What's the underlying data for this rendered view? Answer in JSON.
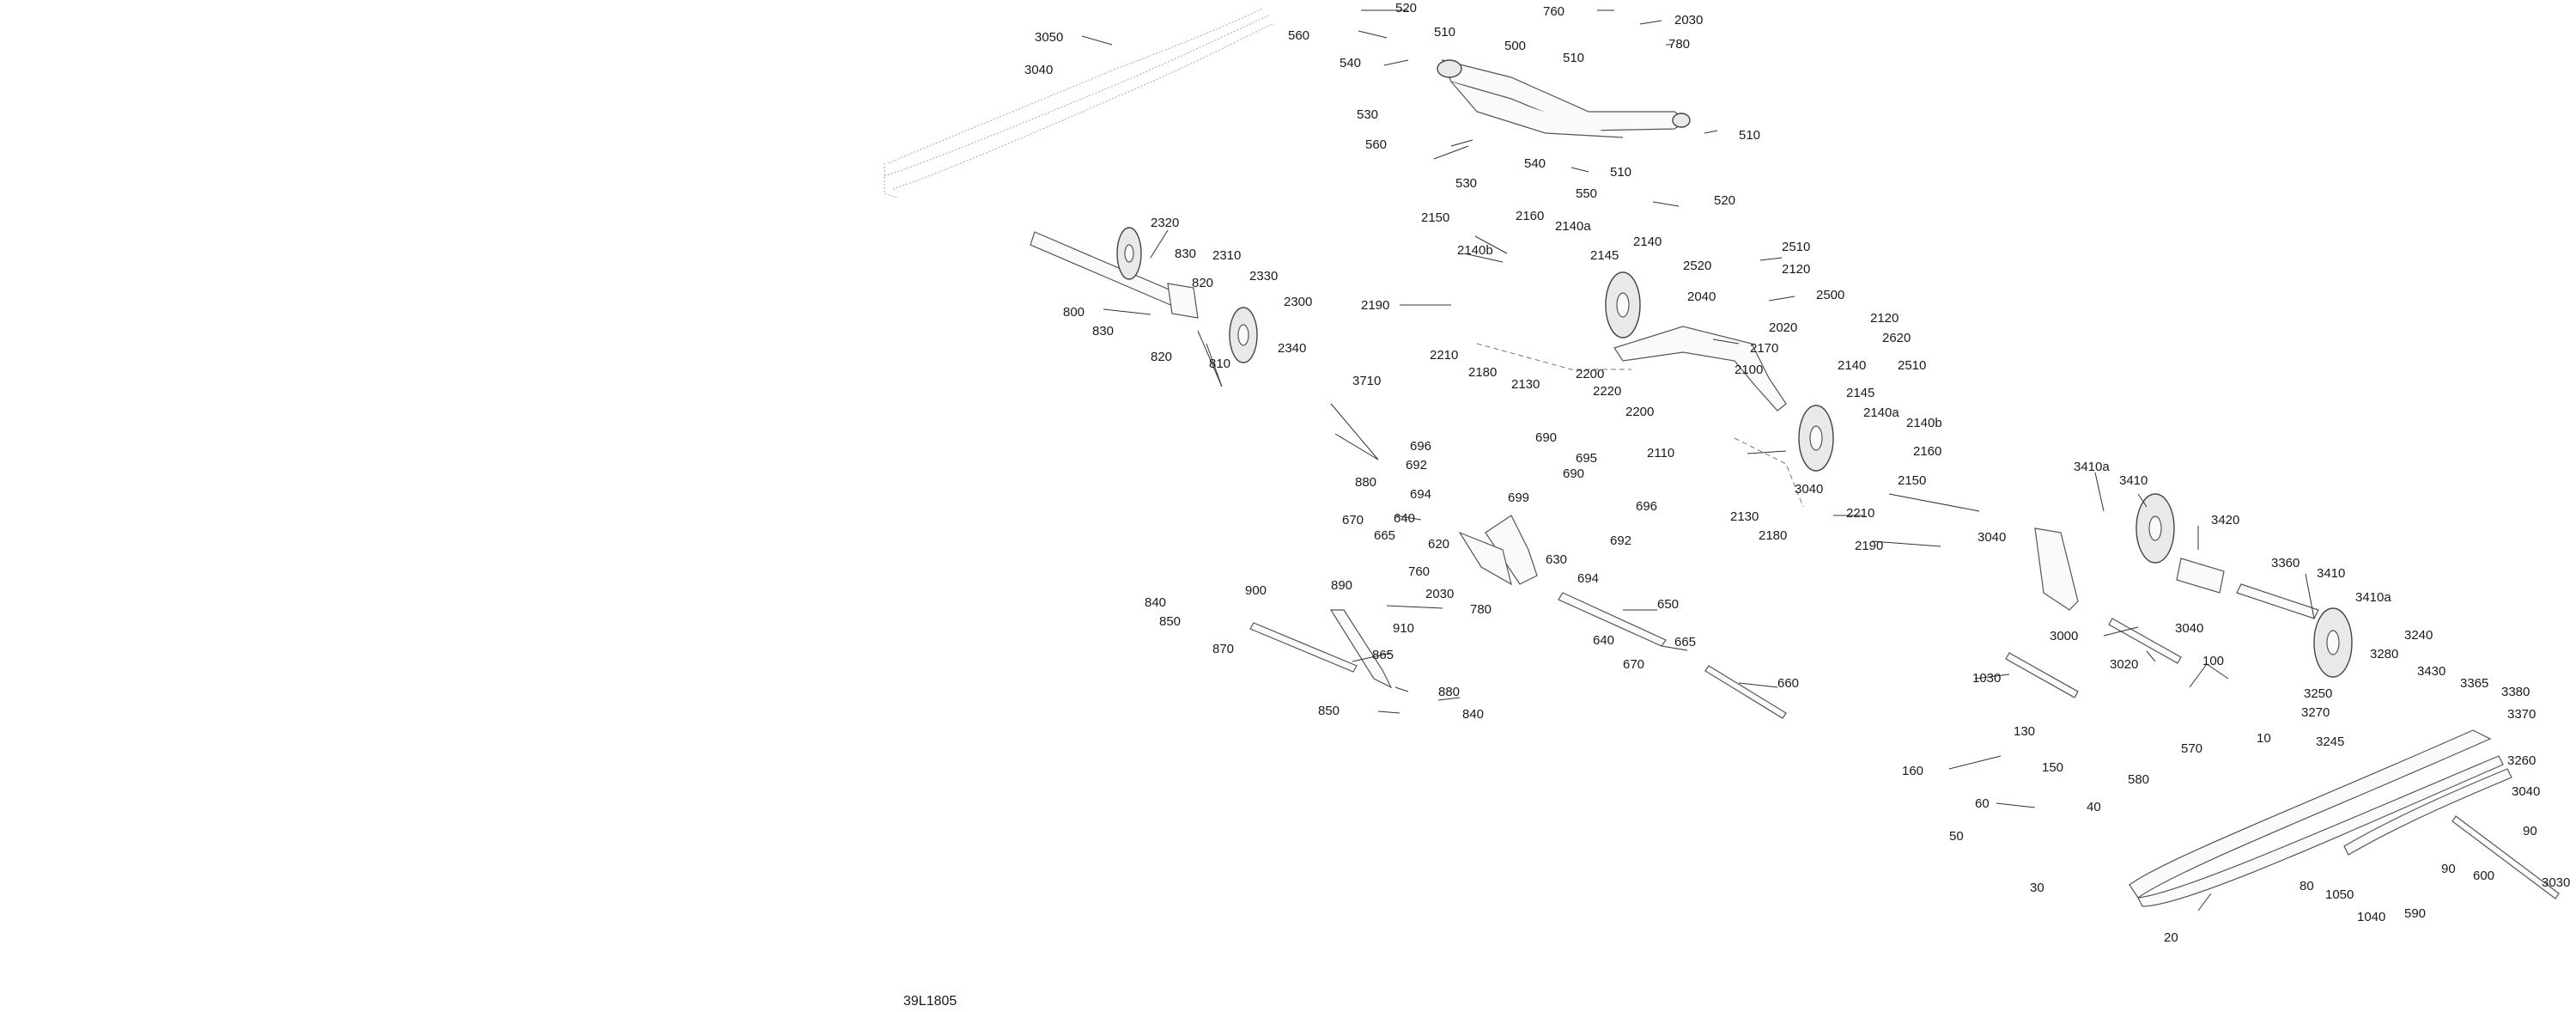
{
  "drawing_code": "39L1805",
  "callouts": [
    "10",
    "20",
    "30",
    "40",
    "50",
    "60",
    "80",
    "90",
    "100",
    "130",
    "150",
    "160",
    "500",
    "510",
    "520",
    "530",
    "540",
    "550",
    "560",
    "570",
    "580",
    "590",
    "600",
    "620",
    "630",
    "640",
    "650",
    "660",
    "665",
    "670",
    "690",
    "692",
    "694",
    "695",
    "696",
    "699",
    "760",
    "780",
    "800",
    "810",
    "820",
    "830",
    "840",
    "850",
    "865",
    "870",
    "880",
    "890",
    "900",
    "910",
    "1030",
    "1040",
    "1050",
    "2020",
    "2030",
    "2040",
    "2100",
    "2110",
    "2120",
    "2130",
    "2140",
    "2140a",
    "2140b",
    "2145",
    "2150",
    "2160",
    "2170",
    "2180",
    "2190",
    "2200",
    "2210",
    "2220",
    "2300",
    "2310",
    "2320",
    "2330",
    "2340",
    "2500",
    "2510",
    "2520",
    "2620",
    "3000",
    "3020",
    "3030",
    "3040",
    "3050",
    "3240",
    "3245",
    "3250",
    "3260",
    "3270",
    "3280",
    "3360",
    "3365",
    "3370",
    "3380",
    "3410",
    "3410a",
    "3420",
    "3430",
    "3710"
  ]
}
